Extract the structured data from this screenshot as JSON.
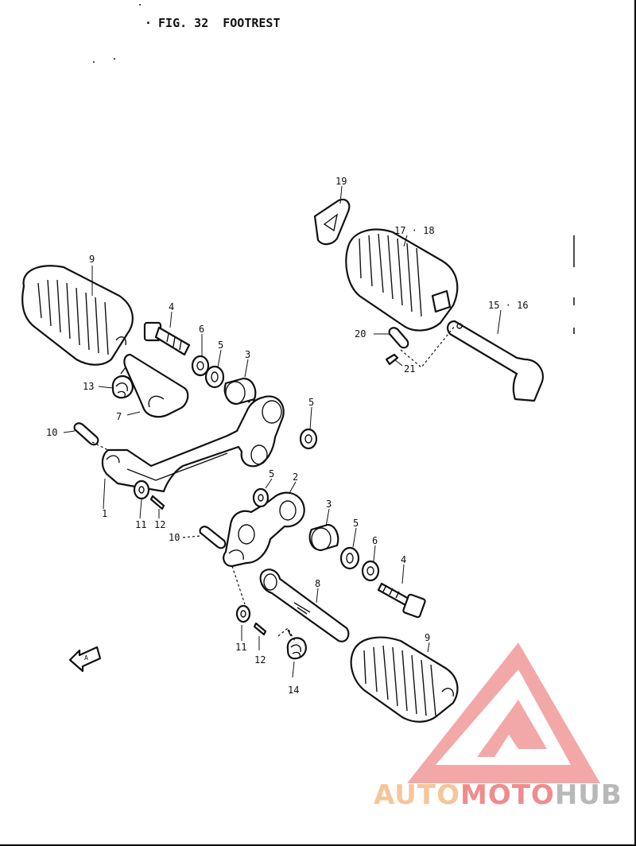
{
  "figure": {
    "number": "FIG. 32",
    "title": "FOOTREST"
  },
  "callouts": [
    {
      "id": "c9a",
      "text": "9"
    },
    {
      "id": "c4a",
      "text": "4"
    },
    {
      "id": "c6a",
      "text": "6"
    },
    {
      "id": "c5a",
      "text": "5"
    },
    {
      "id": "c3a",
      "text": "3"
    },
    {
      "id": "c13",
      "text": "13"
    },
    {
      "id": "c7",
      "text": "7"
    },
    {
      "id": "c10a",
      "text": "10"
    },
    {
      "id": "c1",
      "text": "1"
    },
    {
      "id": "c11a",
      "text": "11"
    },
    {
      "id": "c12a",
      "text": "12"
    },
    {
      "id": "c5b",
      "text": "5"
    },
    {
      "id": "c5c",
      "text": "5"
    },
    {
      "id": "c2",
      "text": "2"
    },
    {
      "id": "c3b",
      "text": "3"
    },
    {
      "id": "c10b",
      "text": "10"
    },
    {
      "id": "c5d",
      "text": "5"
    },
    {
      "id": "c6b",
      "text": "6"
    },
    {
      "id": "c4b",
      "text": "4"
    },
    {
      "id": "c8",
      "text": "8"
    },
    {
      "id": "c11b",
      "text": "11"
    },
    {
      "id": "c12b",
      "text": "12"
    },
    {
      "id": "c14",
      "text": "14"
    },
    {
      "id": "c9b",
      "text": "9"
    },
    {
      "id": "c19",
      "text": "19"
    },
    {
      "id": "c1718",
      "text": "17 · 18"
    },
    {
      "id": "c1516",
      "text": "15 · 16"
    },
    {
      "id": "c20",
      "text": "20"
    },
    {
      "id": "c21",
      "text": "21"
    }
  ],
  "direction_marker": {
    "text": "A",
    "icon": "front-arrow-icon"
  },
  "watermark": {
    "part1": "AUTO",
    "part2": "MOTO",
    "part3": "HUB",
    "colors": {
      "auto": "#f6c59a",
      "moto": "#f08c8c",
      "hub": "#b8b8b8",
      "logo": "#f08c8c"
    }
  }
}
